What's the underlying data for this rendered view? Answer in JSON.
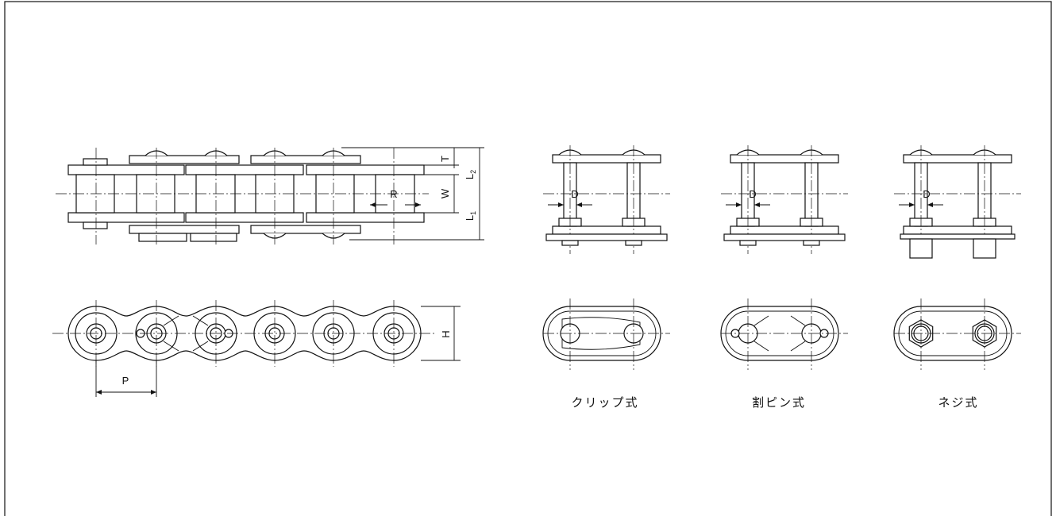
{
  "dimension_labels": {
    "T": "T",
    "L2": "L",
    "L2_sub": "2",
    "W": "W",
    "L1": "L",
    "L1_sub": "1",
    "R": "R",
    "H": "H",
    "P": "P",
    "D_clip": "D",
    "D_cotter": "D",
    "D_screw": "D"
  },
  "captions": {
    "clip": "クリップ式",
    "cotter": "割ピン式",
    "screw": "ネジ式"
  }
}
